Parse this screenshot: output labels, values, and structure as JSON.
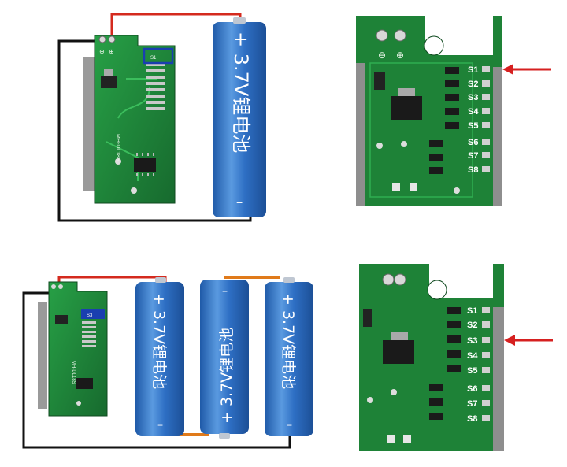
{
  "colors": {
    "pcb": "#1f8a3a",
    "pcb_dark": "#145a27",
    "pcb_trace": "#2aa84a",
    "battery": "#2e6fc4",
    "battery_light": "#5a9ae0",
    "wire_red": "#d42a1e",
    "wire_black": "#111111",
    "wire_orange": "#e07a1a",
    "arrow": "#d62020",
    "label_box": "#1a3fb0"
  },
  "panels": [
    {
      "name": "single-cell-wiring",
      "board_model": "MH-DL18S",
      "board_plus": "⊕",
      "board_minus": "⊖",
      "selected_pad": "S1",
      "cells": [
        {
          "text": "+ 3.7V锂电池",
          "minus": "−",
          "rotated": false
        }
      ]
    },
    {
      "name": "single-cell-closeup",
      "pads": [
        "S1",
        "S2",
        "S3",
        "S4",
        "S5",
        "S6",
        "S7",
        "S8"
      ],
      "arrow_target": "S1"
    },
    {
      "name": "three-cell-wiring",
      "board_model": "MH-DL18S",
      "selected_pad": "S3",
      "cells": [
        {
          "text": "+ 3.7V锂电池",
          "minus": "−",
          "rotated": false
        },
        {
          "text": "+ 3.7V锂电池",
          "minus": "−",
          "rotated": true
        },
        {
          "text": "+ 3.7V锂电池",
          "minus": "−",
          "rotated": false
        }
      ]
    },
    {
      "name": "three-cell-closeup",
      "pads": [
        "S1",
        "S2",
        "S3",
        "S4",
        "S5",
        "S6",
        "S7",
        "S8"
      ],
      "arrow_target": "S3"
    }
  ]
}
